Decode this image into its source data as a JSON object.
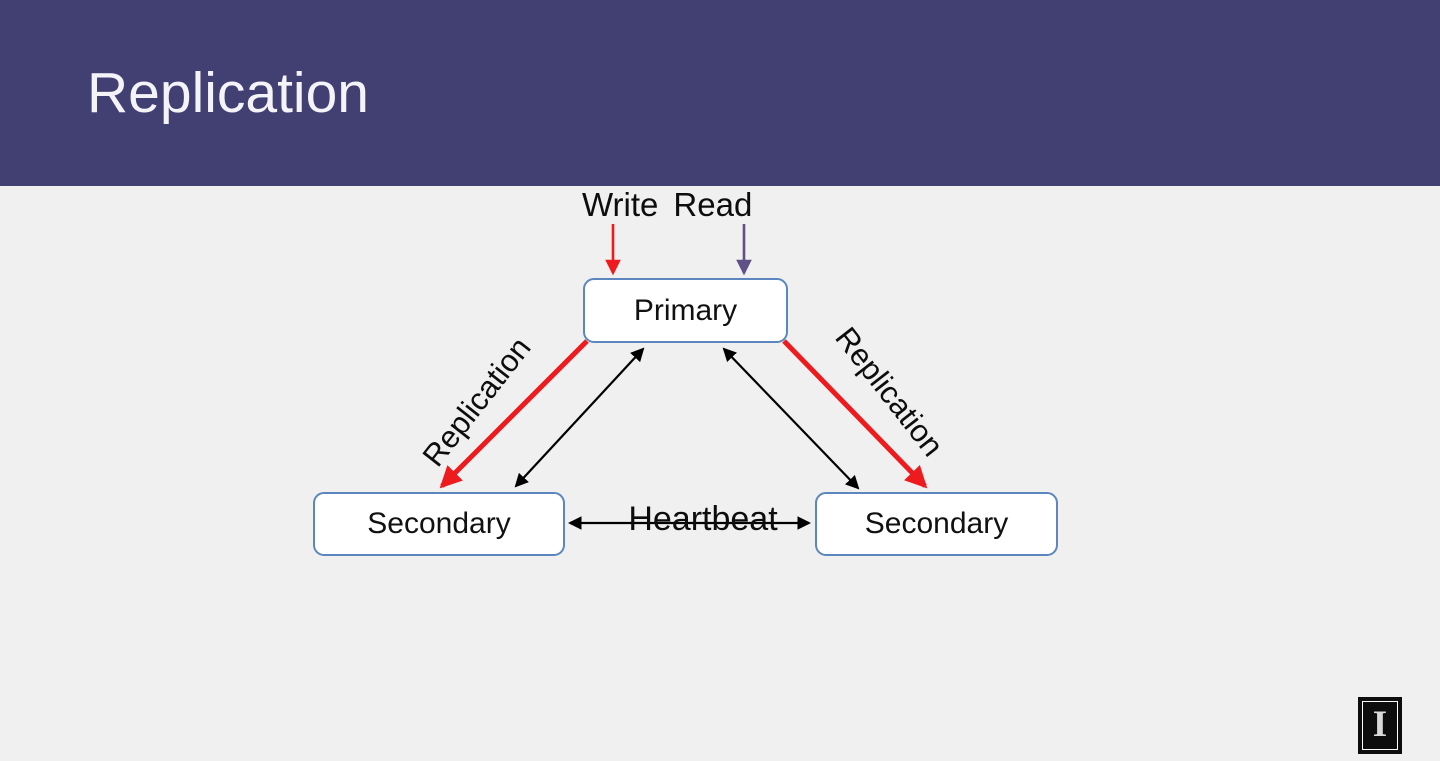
{
  "slide": {
    "title": "Replication"
  },
  "colors": {
    "header_bg": "#423f72",
    "slide_bg": "#f0f0f0",
    "node_border": "#5b87be",
    "node_fill": "#ffffff",
    "replication_arrow": "#ee1b1e",
    "write_arrow": "#ee1b1e",
    "read_arrow": "#5f5086",
    "heartbeat_arrow": "#000000",
    "title_text": "#f4f4f8",
    "diagram_text": "#0d0d0d"
  },
  "diagram": {
    "client_ops": {
      "write_label": "Write",
      "read_label": "Read"
    },
    "nodes": {
      "primary": {
        "label": "Primary"
      },
      "secondary_left": {
        "label": "Secondary"
      },
      "secondary_right": {
        "label": "Secondary"
      }
    },
    "edges": {
      "replication_left": {
        "label": "Replication"
      },
      "replication_right": {
        "label": "Replication"
      },
      "heartbeat": {
        "label": "Heartbeat"
      }
    }
  },
  "footer": {
    "logo_letter": "I"
  }
}
